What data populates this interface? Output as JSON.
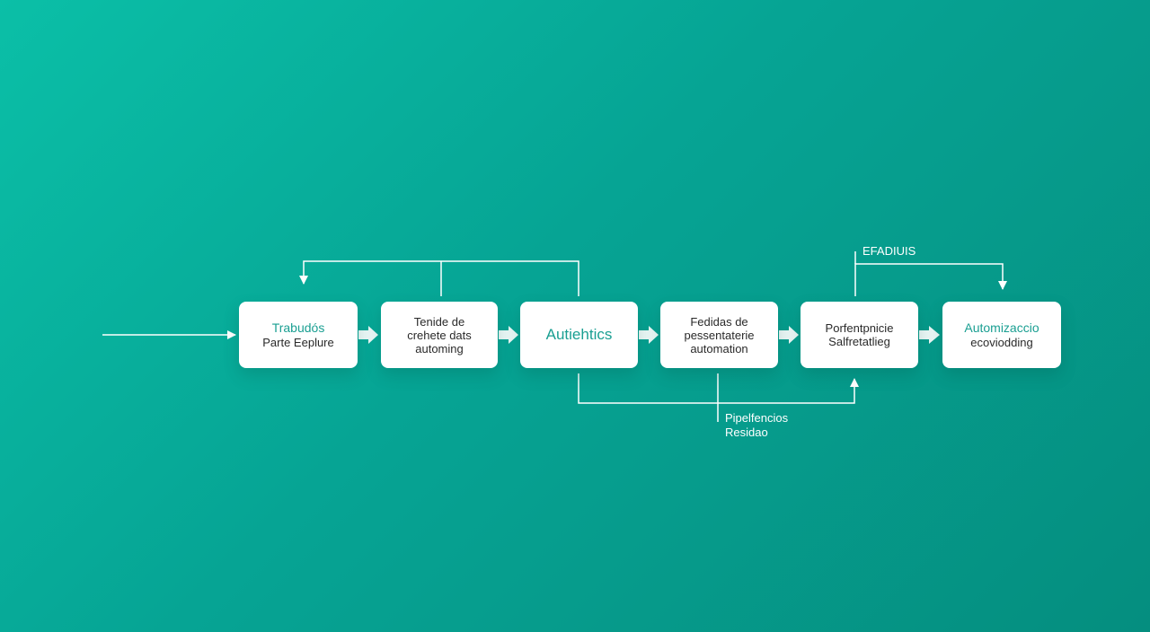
{
  "colors": {
    "background_start": "#0bbfa7",
    "background_end": "#058e7f",
    "node_fill": "#ffffff",
    "accent_text": "#1a9f92",
    "body_text": "#2a2a2a",
    "connector": "#ffffff"
  },
  "nodes": [
    {
      "lines": [
        "Trabudós",
        "Parte Eeplure"
      ]
    },
    {
      "lines": [
        "Tenide de",
        "crehete dats",
        "automing"
      ]
    },
    {
      "lines": [
        "Autiehtics"
      ]
    },
    {
      "lines": [
        "Fedidas de",
        "pessentaterie",
        "automation"
      ]
    },
    {
      "lines": [
        "Porfentpnicie",
        "Salfretatlieg"
      ]
    },
    {
      "lines": [
        "Automizaccio",
        "ecoviodding"
      ]
    }
  ],
  "labels": {
    "top_right": "EFADIUIS",
    "bottom_line1": "Pipelfencios",
    "bottom_line2": "Residao"
  }
}
